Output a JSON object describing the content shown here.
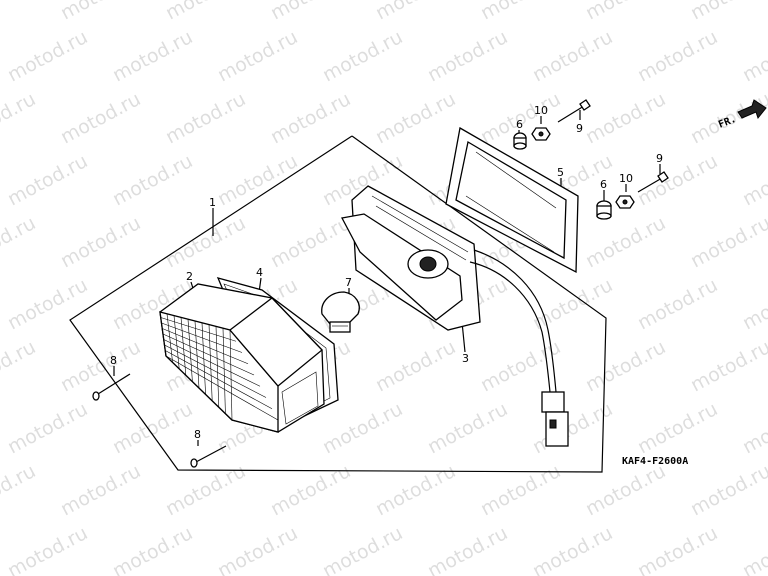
{
  "watermark": "motod.ru",
  "direction": {
    "label": "FR."
  },
  "diagram_code": "KAF4-F2600A",
  "callouts": {
    "c1": "1",
    "c2": "2",
    "c3": "3",
    "c4": "4",
    "c5": "5",
    "c6a": "6",
    "c6b": "6",
    "c7": "7",
    "c8a": "8",
    "c8b": "8",
    "c9a": "9",
    "c9b": "9",
    "c10a": "10",
    "c10b": "10"
  }
}
